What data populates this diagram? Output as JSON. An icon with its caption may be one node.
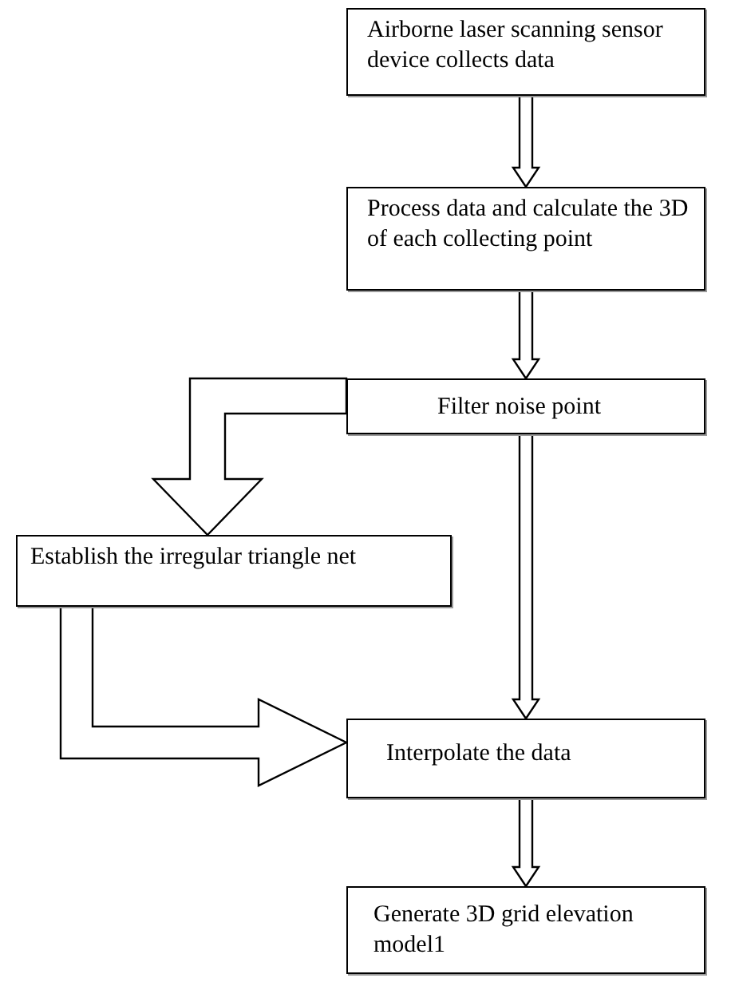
{
  "diagram": {
    "nodes": [
      {
        "text": [
          "Airborne laser scanning sensor device collects data"
        ]
      },
      {
        "text": [
          "Process data and calculate the 3D of each collecting point"
        ]
      },
      {
        "text": [
          "Filter noise point"
        ]
      },
      {
        "text": [
          "Establish the irregular triangle net"
        ]
      },
      {
        "text": [
          "Interpolate the data"
        ]
      },
      {
        "text": [
          "Generate 3D grid elevation model1"
        ]
      }
    ],
    "edges": [
      {
        "from": 0,
        "to": 1,
        "arrow": "to"
      },
      {
        "from": 1,
        "to": 2,
        "arrow": "to"
      },
      {
        "from": 2,
        "to": 3,
        "arrow": "to"
      },
      {
        "from": 3,
        "to": 4,
        "arrow": "to"
      },
      {
        "from": 2,
        "to": 4,
        "arrow": "to"
      },
      {
        "from": 4,
        "to": 5,
        "arrow": "to"
      }
    ]
  }
}
